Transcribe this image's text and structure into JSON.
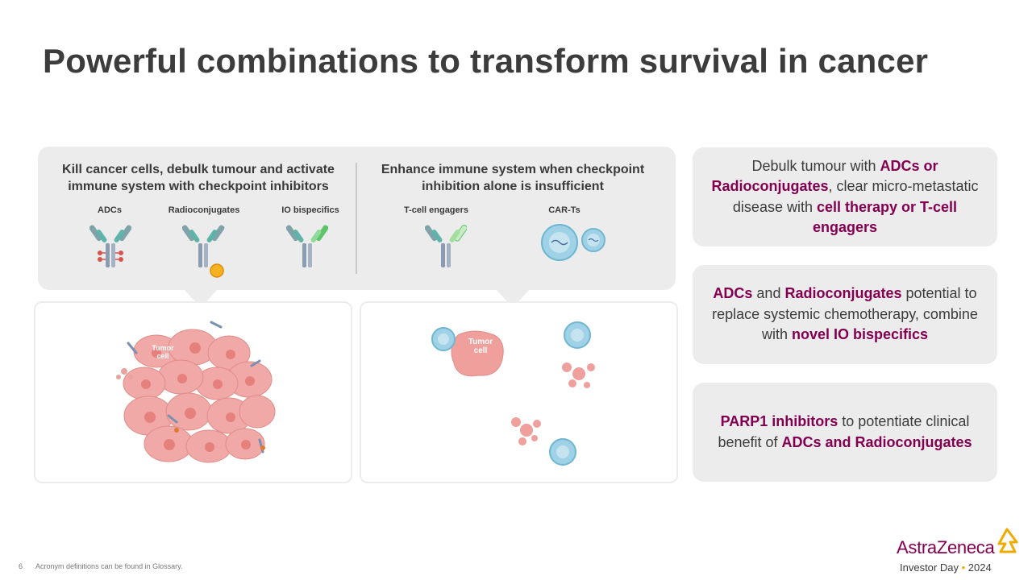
{
  "title": "Powerful combinations to transform survival in cancer",
  "left_panel": {
    "col1_title": "Kill cancer cells, debulk tumour and activate immune system with checkpoint inhibitors",
    "col2_title": "Enhance immune system when checkpoint inhibition alone is insufficient",
    "drugs": [
      "ADCs",
      "Radioconjugates",
      "IO bispecifics",
      "T-cell engagers",
      "CAR-Ts"
    ]
  },
  "images": {
    "tumor_label_1": "Tumor cell",
    "tumor_label_2": "Tumor cell"
  },
  "right_panels": [
    {
      "parts": [
        {
          "t": "Debulk tumour with ",
          "h": false
        },
        {
          "t": "ADCs or Radioconjugates",
          "h": true
        },
        {
          "t": ", clear micro-metastatic disease with ",
          "h": false
        },
        {
          "t": "cell therapy or T-cell engagers",
          "h": true
        }
      ]
    },
    {
      "parts": [
        {
          "t": "ADCs",
          "h": true
        },
        {
          "t": " and ",
          "h": false
        },
        {
          "t": "Radioconjugates",
          "h": true
        },
        {
          "t": " potential to replace systemic chemotherapy, combine with ",
          "h": false
        },
        {
          "t": "novel IO bispecifics",
          "h": true
        }
      ]
    },
    {
      "parts": [
        {
          "t": "PARP1 inhibitors",
          "h": true
        },
        {
          "t": " to potentiate clinical benefit of ",
          "h": false
        },
        {
          "t": "ADCs and Radioconjugates",
          "h": true
        }
      ]
    }
  ],
  "footer": {
    "page_number": "6",
    "note": "Acronym definitions can be found in Glossary."
  },
  "logo": {
    "name": "AstraZeneca",
    "sub_left": "Investor Day",
    "sub_right": "2024"
  },
  "colors": {
    "accent": "#830051",
    "panel": "#ececec",
    "gold": "#f0ab00"
  }
}
